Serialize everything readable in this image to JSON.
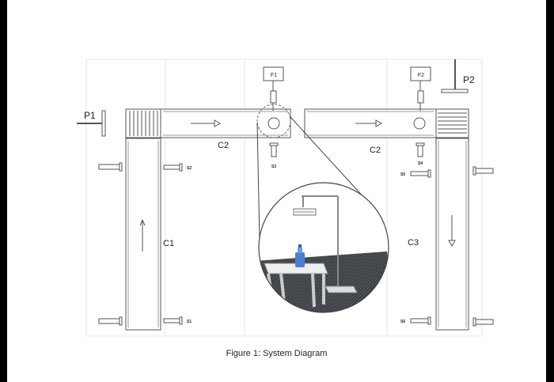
{
  "labels": {
    "p1": "P1",
    "p2": "P2",
    "f1": "F1",
    "f2": "F2",
    "c1": "C1",
    "c2_left": "C2",
    "c2_right": "C2",
    "c3": "C3",
    "s1": "S1",
    "s2": "S2",
    "s3": "S3",
    "s4": "S4",
    "s5": "S5",
    "s6": "S6"
  },
  "caption": "Figure 1: System Diagram",
  "colors": {
    "line": "#555555",
    "zoom_floor": "#3a3e42",
    "bottle": "#4a7fd0"
  },
  "icons": [
    "bottle-icon",
    "filler-icon",
    "sensor-icon",
    "arrow-icon"
  ]
}
